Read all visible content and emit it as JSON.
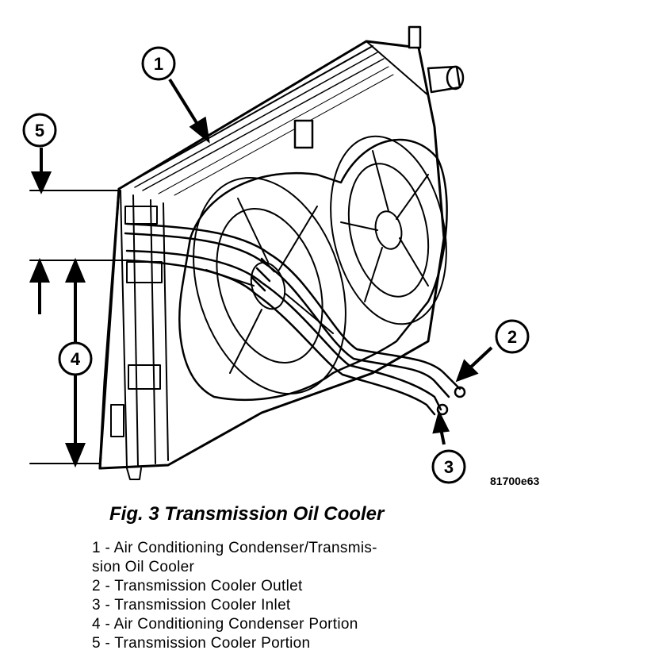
{
  "figure": {
    "code": "81700e63",
    "title": "Fig. 3 Transmission Oil Cooler"
  },
  "callouts": [
    {
      "number": "1"
    },
    {
      "number": "2"
    },
    {
      "number": "3"
    },
    {
      "number": "4"
    },
    {
      "number": "5"
    }
  ],
  "legend": [
    {
      "line1": "1 - Air Conditioning Condenser/Transmis-",
      "line2": "sion Oil Cooler"
    },
    {
      "line1": "2 - Transmission Cooler Outlet"
    },
    {
      "line1": "3 - Transmission Cooler Inlet"
    },
    {
      "line1": "4 - Air Conditioning Condenser Portion"
    },
    {
      "line1": "5 - Transmission Cooler Portion"
    }
  ]
}
